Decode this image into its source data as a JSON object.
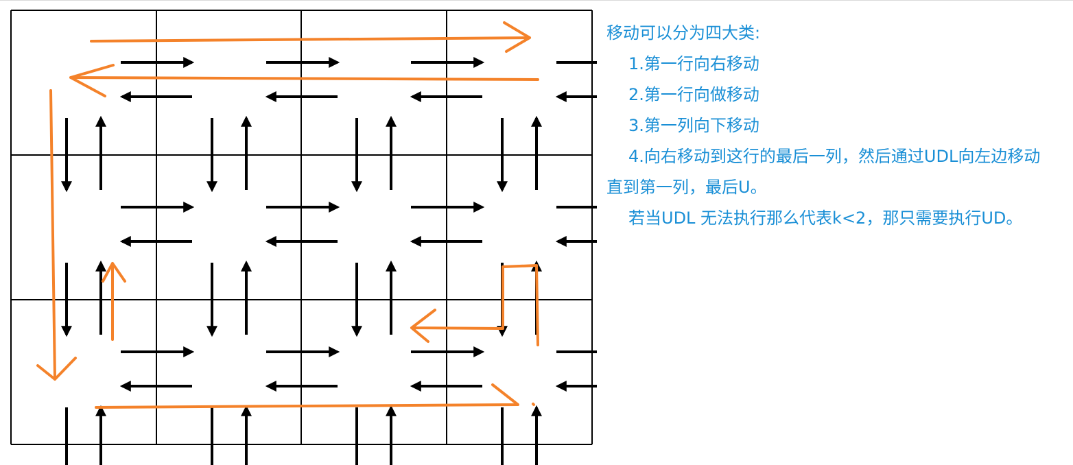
{
  "grid": {
    "rows": 3,
    "cols": 4,
    "cell_arrows": {
      "horizontal": [
        "right",
        "left"
      ],
      "vertical": [
        "down",
        "up"
      ]
    }
  },
  "colors": {
    "grid_line": "#000000",
    "cell_arrow": "#000000",
    "path_stroke": "#f4822a",
    "note_text": "#1a8fd6"
  },
  "notes": {
    "heading": "移动可以分为四大类:",
    "item1": "1.第一行向右移动",
    "item2": "2.第一行向做移动",
    "item3": "3.第一列向下移动",
    "item4": "4.向右移动到这行的最后一列，然后通过UDL向左边移动直到第一列，最后U。",
    "item5": "若当UDL 无法执行那么代表k<2，那只需要执行UD。"
  }
}
